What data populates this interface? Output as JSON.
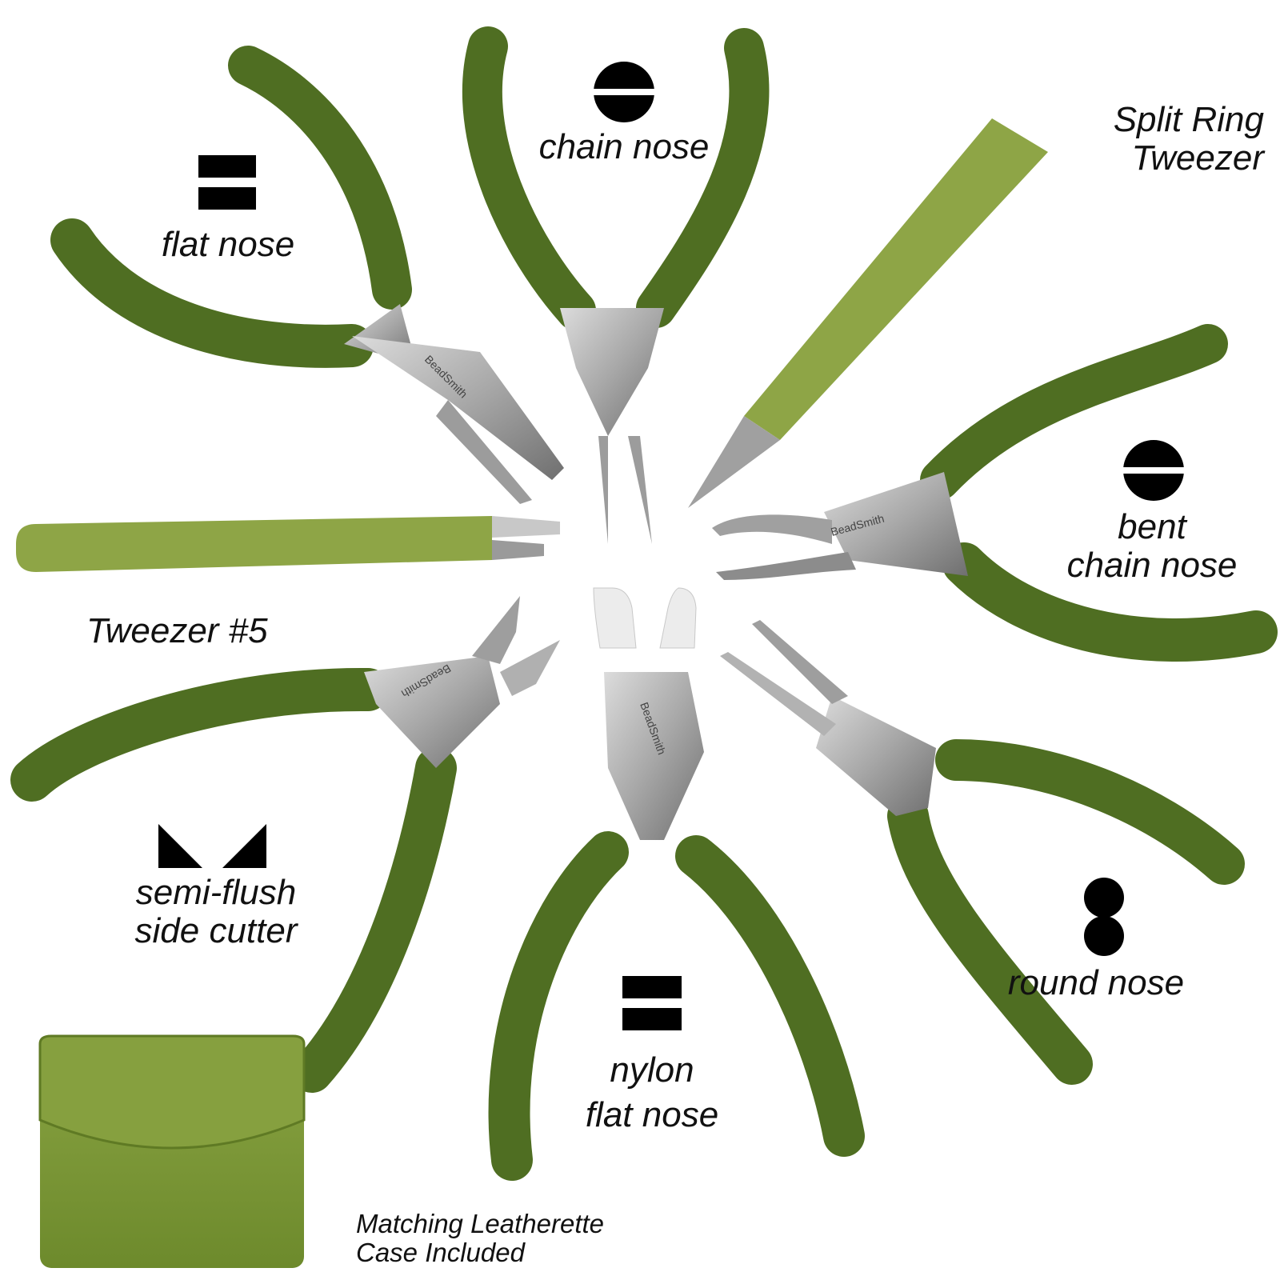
{
  "colors": {
    "handle": "#4f6e22",
    "handle_shade": "#3c5618",
    "tweezer": "#8ea546",
    "steel": "#b8b8b8",
    "steel_dark": "#7c7c7c",
    "nylon": "#ececec",
    "case": "#7f9a39",
    "icon": "#000000"
  },
  "labels": {
    "chain_nose": "chain nose",
    "flat_nose": "flat nose",
    "split_ring_1": "Split Ring",
    "split_ring_2": "Tweezer",
    "bent_1": "bent",
    "bent_2": "chain nose",
    "tweezer5": "Tweezer #5",
    "cutter_1": "semi-flush",
    "cutter_2": "side cutter",
    "round_nose": "round nose",
    "nylon_1": "nylon",
    "nylon_2": "flat nose",
    "case_1": "Matching Leatherette",
    "case_2": "Case Included"
  },
  "brand": "BeadSmith",
  "icons": {
    "chain_nose": "split-circle-icon",
    "flat_nose": "double-bar-icon",
    "bent_chain_nose": "split-circle-icon",
    "cutter": "twin-triangle-icon",
    "round_nose": "double-dot-icon",
    "nylon_flat_nose": "double-bar-icon"
  }
}
